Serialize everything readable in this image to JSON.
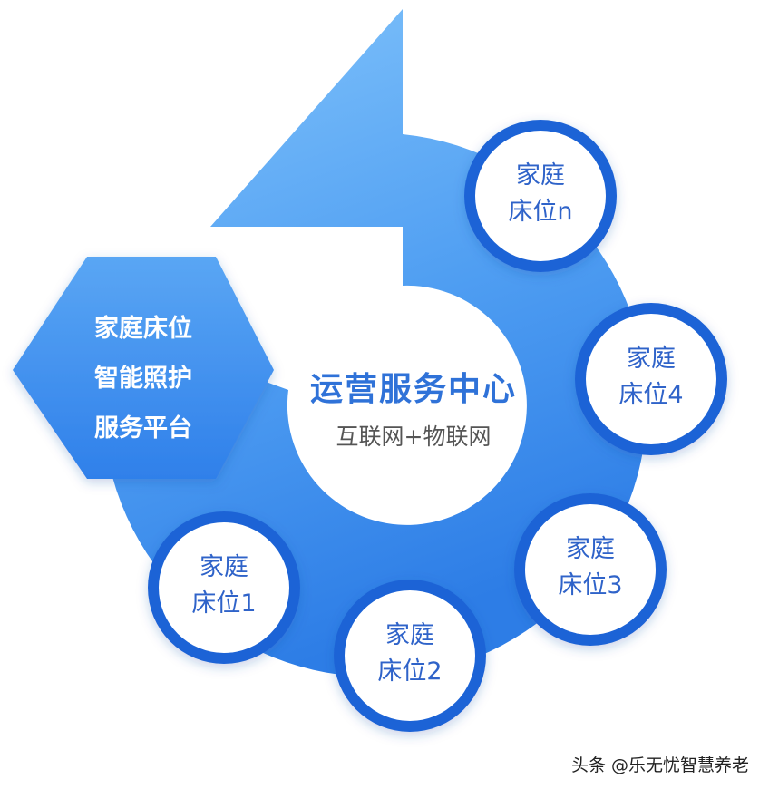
{
  "center": {
    "title": "运营服务中心",
    "subtitle": "互联网+物联网"
  },
  "platform": {
    "lines": [
      "家庭床位",
      "智能照护",
      "服务平台"
    ]
  },
  "nodes": [
    {
      "line1": "家庭",
      "line2": "床位n"
    },
    {
      "line1": "家庭",
      "line2": "床位4"
    },
    {
      "line1": "家庭",
      "line2": "床位3"
    },
    {
      "line1": "家庭",
      "line2": "床位2"
    },
    {
      "line1": "家庭",
      "line2": "床位1"
    }
  ],
  "watermark": "头条 @乐无忧智慧养老",
  "colors": {
    "ring_light": "#7cc0fb",
    "ring_dark": "#2d7de6",
    "node_ring": "#1f63d6",
    "node_text": "#2f63c9",
    "hexagon": "#3f93f0"
  }
}
